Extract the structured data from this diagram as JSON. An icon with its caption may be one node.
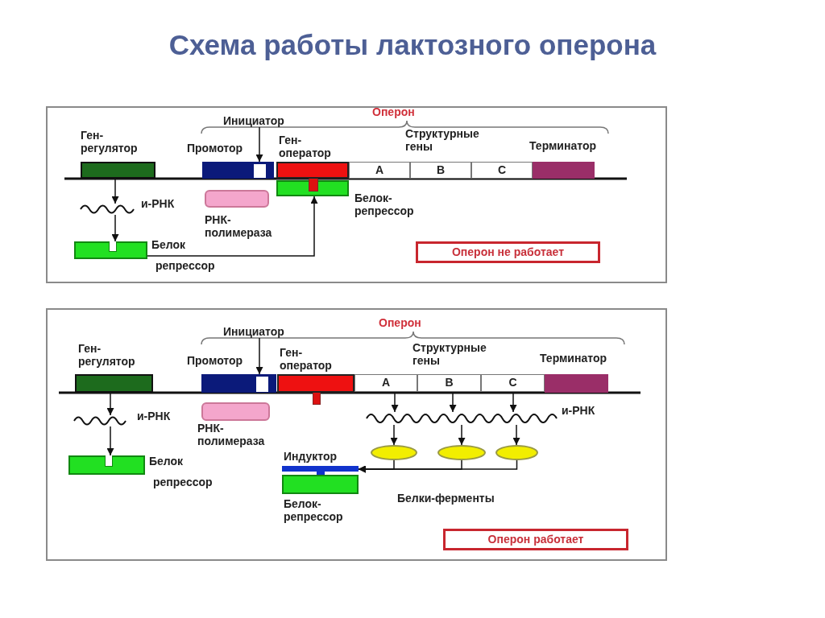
{
  "diagram": {
    "title": "Схема работы лактозного оперона",
    "nodes": [
      {
        "text": [
          "Инициатор"
        ]
      },
      {
        "text": [],
        "shape": "bar",
        "beside": [
          "Ген-регулятор"
        ]
      },
      {
        "text": [],
        "shape": "bar",
        "beside": [
          "Промотор"
        ]
      },
      {
        "text": [],
        "shape": "bar",
        "beside": [
          "Ген-оператор"
        ]
      },
      {
        "text": [
          "A"
        ]
      },
      {
        "text": [
          "B"
        ]
      },
      {
        "text": [
          "C"
        ]
      },
      {
        "text": [],
        "shape": "bar",
        "beside": [
          "Терминатор"
        ]
      },
      {
        "text": [],
        "shape": "wave",
        "beside": [
          "и-РНК"
        ]
      },
      {
        "text": [],
        "shape": "box",
        "beside": [
          "РНК-полимераза"
        ]
      },
      {
        "text": [],
        "shape": "box",
        "beside": [
          "Белок-репрессор"
        ]
      },
      {
        "text": [],
        "shape": "box",
        "beside": [
          "Белок репрессор"
        ]
      },
      {
        "text": [
          "Оперон не работает"
        ]
      },
      {
        "text": [
          "Инициатор"
        ]
      },
      {
        "text": [],
        "shape": "bar",
        "beside": [
          "Ген-регулятор"
        ]
      },
      {
        "text": [],
        "shape": "bar",
        "beside": [
          "Промотор"
        ]
      },
      {
        "text": [],
        "shape": "bar",
        "beside": [
          "Ген-оператор"
        ]
      },
      {
        "text": [
          "A"
        ]
      },
      {
        "text": [
          "B"
        ]
      },
      {
        "text": [
          "C"
        ]
      },
      {
        "text": [],
        "shape": "bar",
        "beside": [
          "Терминатор"
        ]
      },
      {
        "text": [],
        "shape": "wave",
        "beside": [
          "и-РНК"
        ]
      },
      {
        "text": [],
        "shape": "box",
        "beside": [
          "РНК-полимераза"
        ]
      },
      {
        "text": [],
        "shape": "box",
        "beside": [
          "Белок репрессор"
        ]
      },
      {
        "text": [],
        "shape": "wave",
        "beside": [
          "и-РНК"
        ]
      },
      {
        "text": [],
        "shape": "ellipse"
      },
      {
        "text": [],
        "shape": "ellipse"
      },
      {
        "text": [],
        "shape": "ellipse"
      },
      {
        "text": [],
        "shape": "bar",
        "beside": [
          "Индуктор"
        ]
      },
      {
        "text": [],
        "shape": "box",
        "beside": [
          "Белок-репрессор"
        ]
      },
      {
        "text": [
          "Оперон работает"
        ]
      }
    ],
    "edges": [
      {
        "from": 0,
        "to": 2,
        "arrow": "to"
      },
      {
        "from": 1,
        "to": 8,
        "arrow": "to"
      },
      {
        "from": 8,
        "to": 11,
        "arrow": "to"
      },
      {
        "from": 11,
        "to": 10,
        "arrow": "to"
      },
      {
        "from": 13,
        "to": 15,
        "arrow": "to"
      },
      {
        "from": 14,
        "to": 21,
        "arrow": "to"
      },
      {
        "from": 21,
        "to": 23,
        "arrow": "to"
      },
      {
        "from": 17,
        "to": 24,
        "arrow": "to"
      },
      {
        "from": 18,
        "to": 24,
        "arrow": "to"
      },
      {
        "from": 19,
        "to": 24,
        "arrow": "to"
      },
      {
        "from": 24,
        "to": 25,
        "arrow": "to"
      },
      {
        "from": 24,
        "to": 26,
        "arrow": "to"
      },
      {
        "from": 24,
        "to": 27,
        "arrow": "to"
      },
      {
        "from": 25,
        "to": 28,
        "arrow": "to"
      },
      {
        "from": 26,
        "to": 28,
        "arrow": "to"
      },
      {
        "from": 27,
        "to": 28,
        "arrow": "to"
      }
    ],
    "labels": [
      "Оперон",
      "Структурные гены",
      "Оперон",
      "Структурные гены",
      "Белки-ферменты"
    ]
  }
}
